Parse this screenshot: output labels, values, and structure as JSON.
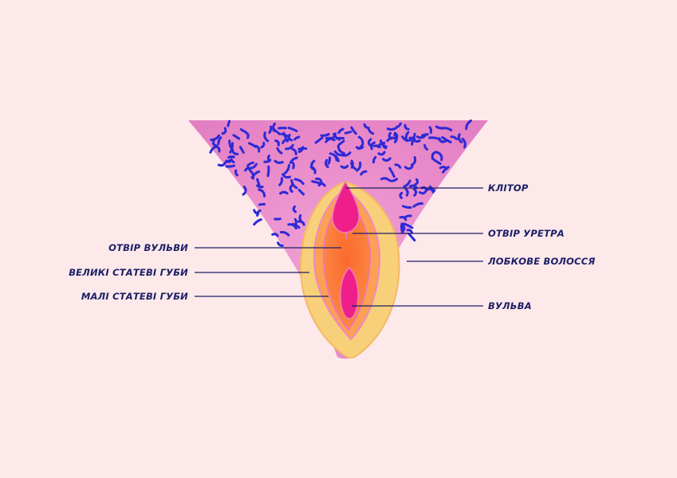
{
  "labels": {
    "clitoris": "КЛІТОР",
    "urethral_opening": "ОТВІР УРЕТРА",
    "pubic_hair": "ЛОБКОВЕ ВОЛОССЯ",
    "vulva": "ВУЛЬВА",
    "vulval_opening": "ОТВІР ВУЛЬВИ",
    "labia_majora": "ВЕЛИКІ СТАТЕВІ ГУБИ",
    "labia_minora": "МАЛІ СТАТЕВІ ГУБИ"
  },
  "colors": {
    "background": "#fde9ea",
    "mons": "#e886c8",
    "hair": "#2d2ad6",
    "labia_majora": "#f9d07a",
    "labia_minora": "#fc9a4c",
    "vestibule": "#f9783c",
    "clitoris": "#ee1f8a",
    "label_text": "#1c1f66"
  }
}
